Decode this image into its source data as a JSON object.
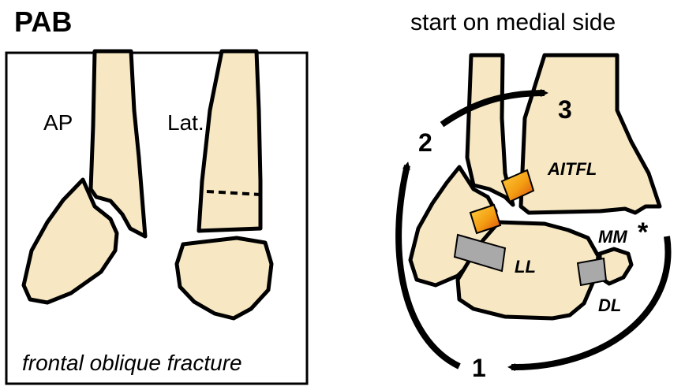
{
  "title": "PAB",
  "left_panel": {
    "label_ap": "AP",
    "label_lat": "Lat.",
    "caption": "frontal oblique fracture"
  },
  "right_panel": {
    "heading": "start on medial side",
    "steps": [
      "1",
      "2",
      "3"
    ],
    "labels": {
      "aitfl": "AITFL",
      "mm": "MM",
      "asterisk": "*",
      "ll": "LL",
      "dl": "DL"
    }
  },
  "colors": {
    "bone_fill": "#F7E8C3",
    "ligament_gray": "#A9A9A9",
    "torn_ligament_orange": "#F39C12",
    "outline": "#000000"
  }
}
